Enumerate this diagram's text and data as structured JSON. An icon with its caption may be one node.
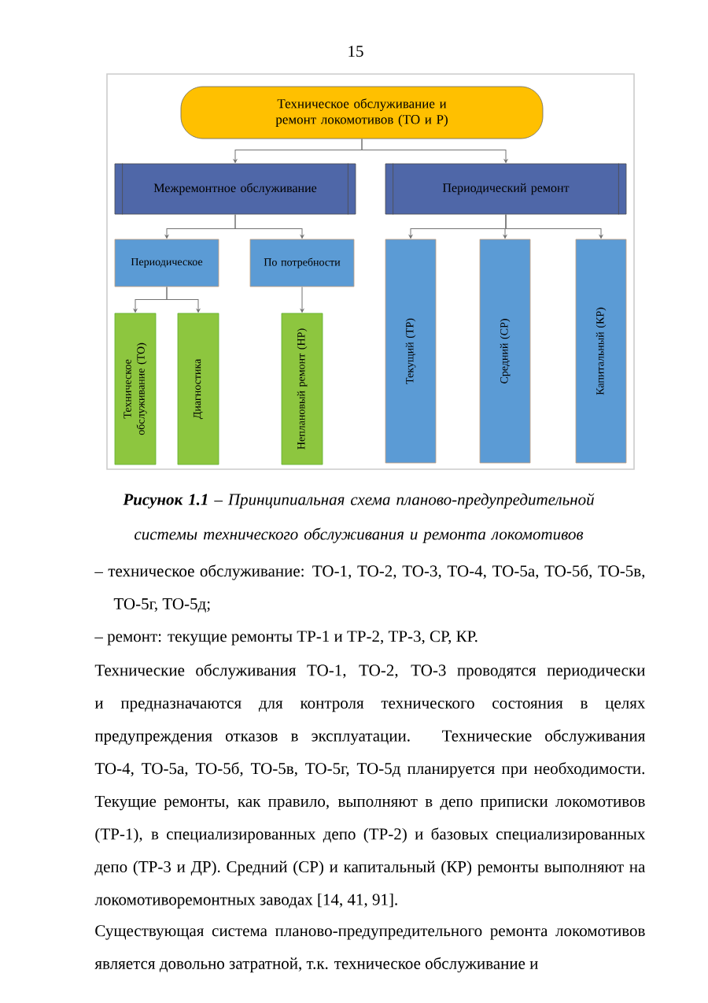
{
  "diagram": {
    "caption": "**Рисунок 1.1** – Принципиальная схема планово-предупредительной системы технического обслуживания и ремонта локомотивов",
    "nodes": [
      {
        "text": [
          "Техническое обслуживание и ремонт локомотивов (ТО и Р)"
        ]
      },
      {
        "text": [
          "Межремонтное обслуживание"
        ]
      },
      {
        "text": [
          "Периодический ремонт"
        ]
      },
      {
        "text": [
          "Периодическое"
        ]
      },
      {
        "text": [
          "По потребности"
        ]
      },
      {
        "text": [
          "Текущий (ТР)"
        ]
      },
      {
        "text": [
          "Средний (СР)"
        ]
      },
      {
        "text": [
          "Капитальный (КР)"
        ]
      },
      {
        "text": [
          "Техническое обслуживание (ТО)"
        ]
      },
      {
        "text": [
          "Диагностика"
        ]
      },
      {
        "text": [
          "Неплановый ремонт (НР)"
        ]
      }
    ],
    "edges": [
      {
        "from": 0,
        "to": 1,
        "arrow": "to"
      },
      {
        "from": 0,
        "to": 2,
        "arrow": "to"
      },
      {
        "from": 1,
        "to": 3,
        "arrow": "to"
      },
      {
        "from": 1,
        "to": 4,
        "arrow": "to"
      },
      {
        "from": 2,
        "to": 5,
        "arrow": "to"
      },
      {
        "from": 2,
        "to": 6,
        "arrow": "to"
      },
      {
        "from": 2,
        "to": 7,
        "arrow": "to"
      },
      {
        "from": 3,
        "to": 8,
        "arrow": "to"
      },
      {
        "from": 3,
        "to": 9,
        "arrow": "to"
      },
      {
        "from": 4,
        "to": 10,
        "arrow": "to"
      }
    ],
    "labels": [
      "15",
      "– техническое обслуживание: ТО-1, ТО-2, ТО-3, ТО-4, ТО-5а, ТО-5б, ТО-5в, ТО-5г, ТО-5д;",
      "– ремонт: текущие ремонты ТР-1 и ТР-2, ТР-3, СР, КР.",
      "Технические обслуживания ТО-1, ТО-2, ТО-3 проводятся периодически и предназначаются для контроля технического состояния в целях предупреждения отказов в эксплуатации. Технические обслуживания ТО-4, ТО-5а, ТО-5б, ТО-5в, ТО-5г, ТО-5д планируется при необходимости. Текущие ремонты, как правило, выполняют в депо приписки локомотивов (ТР-1), в специализированных депо (ТР-2) и базовых специализированных депо (ТР-3 и ДР). Средний (СР) и капитальный (КР) ремонты выполняют на локомотиворемонтных заводах [14, 41, 91].",
      "Существующая система планово-предупредительного ремонта локомотивов является довольно затратной, т.к. техническое обслуживание и"
    ]
  }
}
